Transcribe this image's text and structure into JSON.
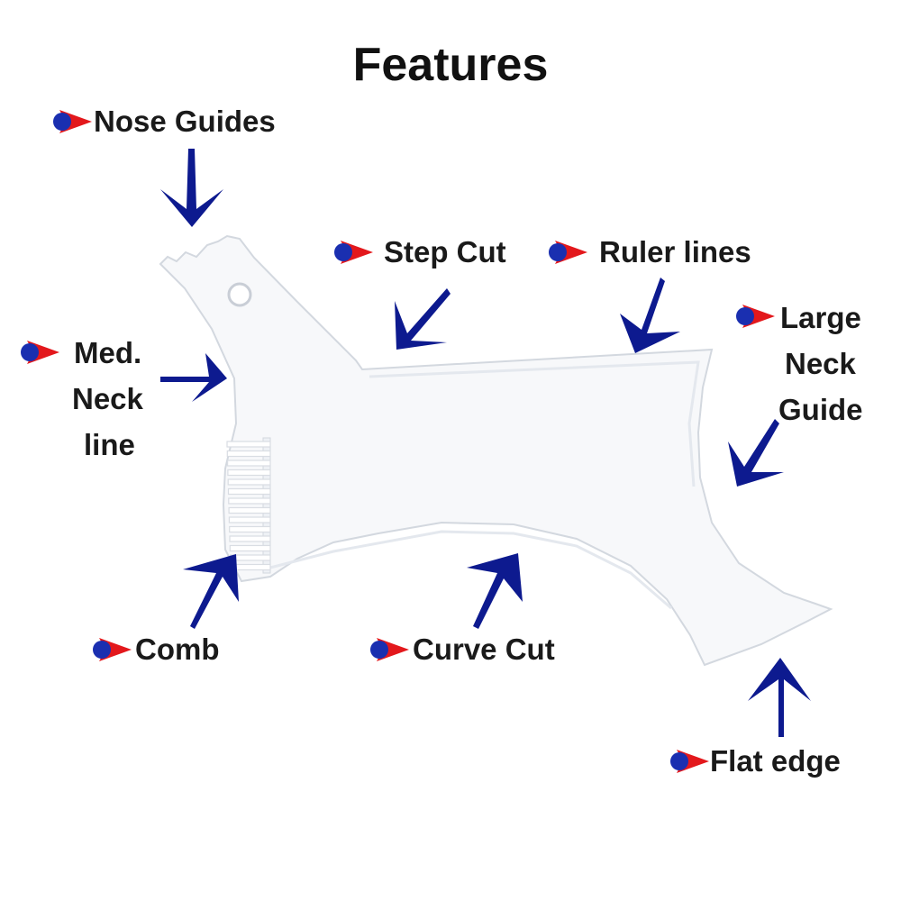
{
  "title": "Features",
  "colors": {
    "arrow": "#0d1a8f",
    "bullet_dot": "#1a2fb0",
    "bullet_arrow": "#e3181c",
    "tool_fill": "#f7f8fa",
    "tool_edge": "#d3d8df"
  },
  "icons": {
    "bullet": "red-arrow-with-blue-dot-icon",
    "pointer": "blue-arrow-icon",
    "tool": "beard-shaping-template-illustration"
  },
  "labels": {
    "nose_guides": "Nose Guides",
    "step_cut": "Step Cut",
    "ruler_lines": "Ruler lines",
    "large_neck_guide": [
      "Large",
      "Neck",
      "Guide"
    ],
    "med_neck_line": [
      "Med.",
      "Neck",
      "line"
    ],
    "comb": "Comb",
    "curve_cut": "Curve Cut",
    "flat_edge": "Flat edge"
  }
}
